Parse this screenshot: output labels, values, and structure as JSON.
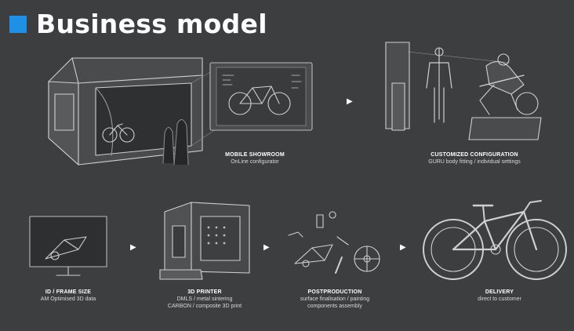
{
  "title": "Business model",
  "colors": {
    "accent": "#1e90e6",
    "background": "#3d3e40",
    "line": "#cfcfcf"
  },
  "steps": [
    {
      "heading": "MOBILE SHOWROOM",
      "lines": [
        "OnLine configurator"
      ]
    },
    {
      "heading": "CUSTOMIZED CONFIGURATION",
      "lines": [
        "GURU body fitting / individual settings"
      ]
    },
    {
      "heading": "ID / FRAME SIZE",
      "lines": [
        "AM Optimised 3D data"
      ]
    },
    {
      "heading": "3D PRINTER",
      "lines": [
        "DMLS / metal sintering",
        "CARBON / composite 3D print"
      ]
    },
    {
      "heading": "POSTPRODUCTION",
      "lines": [
        "surface finalisation / painting",
        "components assembly"
      ]
    },
    {
      "heading": "DELIVERY",
      "lines": [
        "direct to customer"
      ]
    }
  ],
  "arrow_icon": "play-arrow-icon"
}
